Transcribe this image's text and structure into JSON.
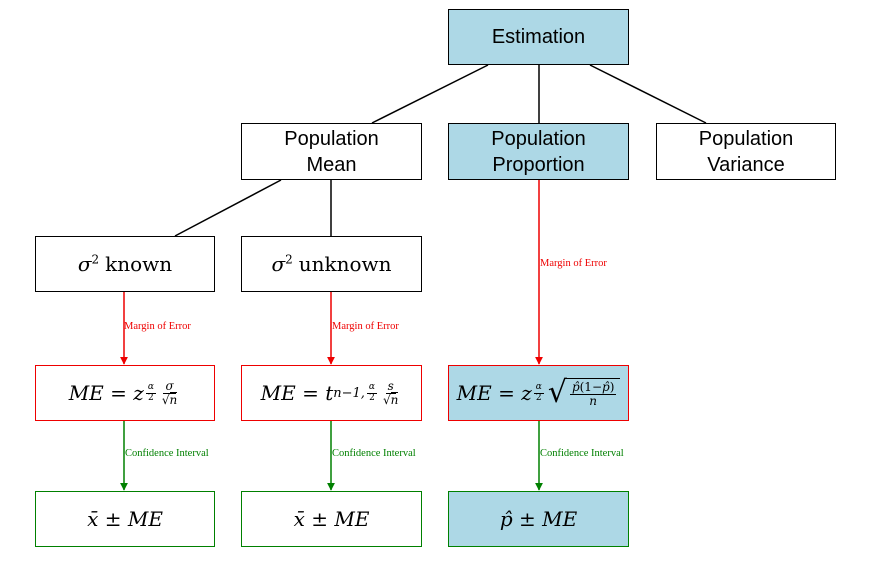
{
  "nodes": {
    "estimation": "Estimation",
    "population_mean": [
      "Population",
      "Mean"
    ],
    "population_proportion": [
      "Population",
      "Proportion"
    ],
    "population_variance": [
      "Population",
      "Variance"
    ],
    "sigma_known": "known",
    "sigma_unknown": "unknown"
  },
  "math": {
    "sigma": "σ",
    "squared": "2",
    "me": "ME",
    "equals": "=",
    "z": "z",
    "t": "t",
    "alpha": "α",
    "two": "2",
    "n": "n",
    "s": "s",
    "n_minus_1": "n−1,",
    "one_minus": "(1−",
    "close_paren": ")",
    "p_hat": "p̂",
    "x_bar": "x̄",
    "plus_minus": "±",
    "sqrt": "√"
  },
  "edge_labels": {
    "margin_of_error": "Margin of Error",
    "confidence_interval": "Confidence Interval"
  },
  "colors": {
    "highlight": "#add8e6",
    "margin_of_error": "#ee0000",
    "confidence_interval": "#008000",
    "border": "#000000"
  }
}
